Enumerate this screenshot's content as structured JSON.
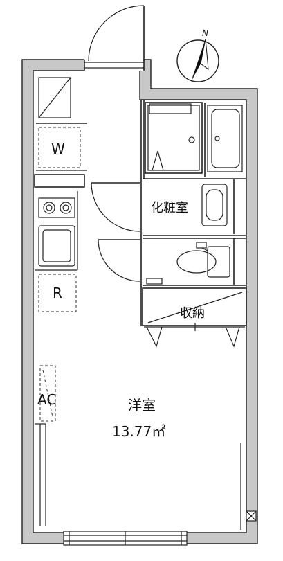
{
  "compass": {
    "label": "N"
  },
  "rooms": {
    "washer": {
      "label": "W"
    },
    "fridge": {
      "label": "R"
    },
    "vanity": {
      "label": "化粧室"
    },
    "storage": {
      "label": "収納"
    },
    "aircon": {
      "label": "AC"
    },
    "living": {
      "label": "洋室",
      "area": "13.77㎡"
    }
  },
  "colors": {
    "wall": "#c8c8c8",
    "line": "#222222"
  }
}
